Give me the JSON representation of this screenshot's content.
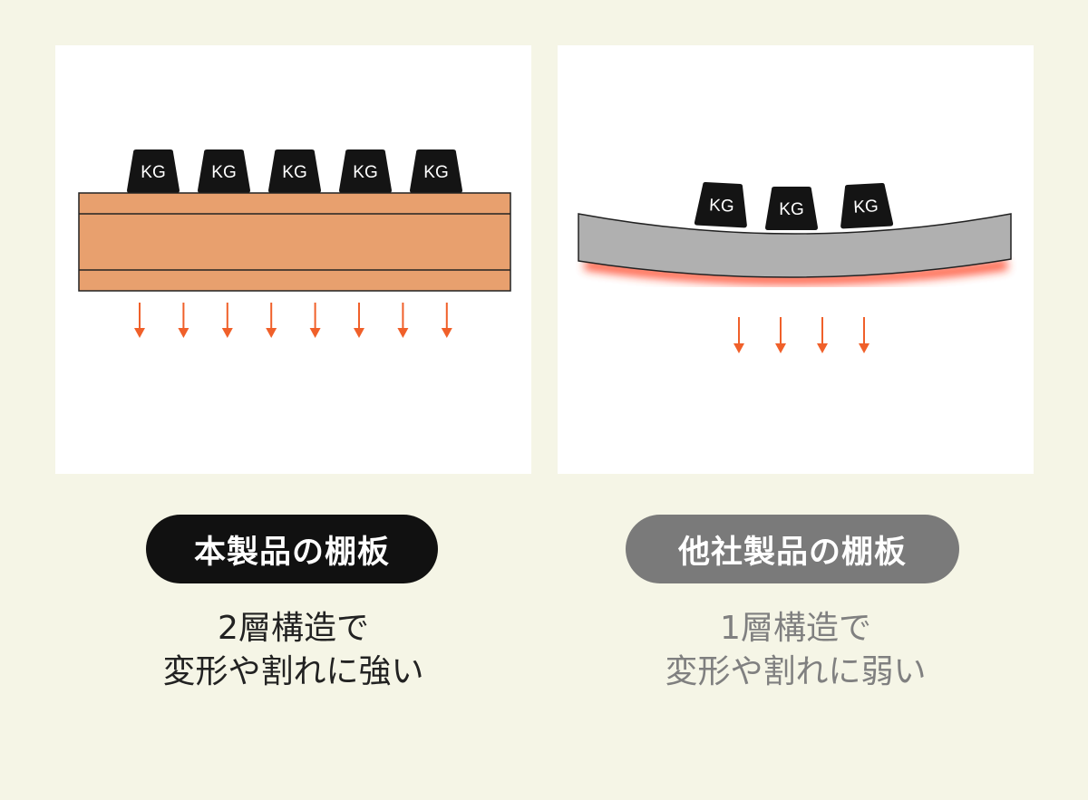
{
  "left_panel": {
    "weight_label": "KG",
    "weights_count": 5,
    "arrows_count": 8,
    "colors": {
      "board": "#e8a06e",
      "weight": "#141414",
      "arrow": "#f0602a"
    }
  },
  "right_panel": {
    "weight_label": "KG",
    "weights_count": 3,
    "arrows_count": 4,
    "colors": {
      "board": "#b0b0b0",
      "weight": "#141414",
      "arrow": "#f0602a",
      "glow": "#ff3a1a"
    }
  },
  "labels": {
    "left_title": "本製品の棚板",
    "left_desc_line1": "2層構造で",
    "left_desc_line2": "変形や割れに強い",
    "right_title": "他社製品の棚板",
    "right_desc_line1": "1層構造で",
    "right_desc_line2": "変形や割れに弱い"
  },
  "colors": {
    "background": "#f5f5e6",
    "left_pill": "#111111",
    "right_pill": "#7a7a7a"
  }
}
